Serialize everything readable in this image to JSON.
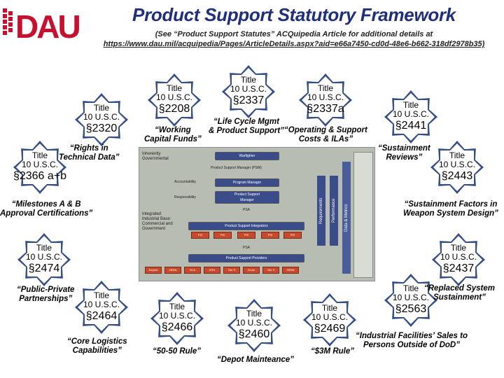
{
  "header": {
    "title": "Product Support Statutory Framework",
    "subtitle_line1": "(See “Product Support Statutes” ACQuipedia Article for additional details at",
    "subtitle_url": "https://www.dau.mil/acquipedia/Pages/ArticleDetails.aspx?aid=e66a7450-cd0d-48e6-b662-318df2978b35)",
    "logo_text": "DAU"
  },
  "colors": {
    "title": "#1f2f7a",
    "logo_red": "#c8102e",
    "star_blue": "#1c3a7a"
  },
  "stars": [
    {
      "id": "s2320",
      "title": "Title",
      "code": "10 U.S.C.",
      "section": "§2320"
    },
    {
      "id": "s2208",
      "title": "Title",
      "code": "10 U.S.C.",
      "section": "§2208"
    },
    {
      "id": "s2337",
      "title": "Title",
      "code": "10 U.S.C.",
      "section": "§2337"
    },
    {
      "id": "s2337a",
      "title": "Title",
      "code": "10 U.S.C.",
      "section": "§2337a"
    },
    {
      "id": "s2441",
      "title": "Title",
      "code": "10 U.S.C.",
      "section": "§2441"
    },
    {
      "id": "s2366",
      "title": "Title",
      "code": "10 U.S.C.",
      "section": "§2366 a+b"
    },
    {
      "id": "s2443",
      "title": "Title",
      "code": "10 U.S.C.",
      "section": "§2443"
    },
    {
      "id": "s2474",
      "title": "Title",
      "code": "10 U.S.C.",
      "section": "§2474"
    },
    {
      "id": "s2437",
      "title": "Title",
      "code": "10 U.S.C.",
      "section": "§2437"
    },
    {
      "id": "s2464",
      "title": "Title",
      "code": "10 U.S.C.",
      "section": "§2464"
    },
    {
      "id": "s2466",
      "title": "Title",
      "code": "10 U.S.C.",
      "section": "§2466"
    },
    {
      "id": "s2460",
      "title": "Title",
      "code": "10 U.S.C.",
      "section": "§2460"
    },
    {
      "id": "s2469",
      "title": "Title",
      "code": "10 U.S.C.",
      "section": "§2469"
    },
    {
      "id": "s2563",
      "title": "Title",
      "code": "10 U.S.C.",
      "section": "§2563"
    }
  ],
  "quotes": {
    "working_capital": "“Working\nCapital Funds”",
    "life_cycle": "“Life Cycle Mgmt\n& Product Support”",
    "operating_support": "“Operating & Support\nCosts & ILAs”",
    "sustainment_reviews": "“Sustainment\nReviews”",
    "rights_in_data": "“Rights in\nTechnical Data”",
    "milestones": "“Milestones A & B\nApproval Certifications”",
    "sustainment_factors": "“Sustainment Factors in\nWeapon System Design”",
    "public_private": "“Public-Private\nPartnerships”",
    "core_logistics": "“Core Logistics\nCapabilities”",
    "fifty_fifty": "“50-50 Rule”",
    "depot": "“Depot Mainteance”",
    "three_m": "“$3M Rule”",
    "replaced_system": "“Replaced System\nSustainment”",
    "industrial_facilities": "“Industrial Facilities’ Sales to\nPersons Outside of DoD”"
  },
  "diagram": {
    "inherently_governmental": "Inherently\nGovernmental",
    "warfighter": "Warfighter",
    "psm": "Product Support Manager (PSM)",
    "accountability": "Accountability",
    "responsibility": "Responsibility",
    "program_manager": "Program Manager",
    "product_support_manager": "Product Support\nManager",
    "psa_top": "PSA",
    "integrated_base": "Integrated\nIndustrial Base:\nCommercial and\nGovernment",
    "integrators": "Product Support Integrators",
    "psi_label": "PSI",
    "psa_bottom": "PSA",
    "providers": "Product Support Providers",
    "requirements": "Requirements",
    "performance": "Performance",
    "data_metrics": "Data & Metrics",
    "seg_labels": [
      "Depots",
      "OEMs",
      "DLA",
      "ICPs",
      "Tier X",
      "DLAs",
      "Tier X",
      "OEMs"
    ]
  }
}
